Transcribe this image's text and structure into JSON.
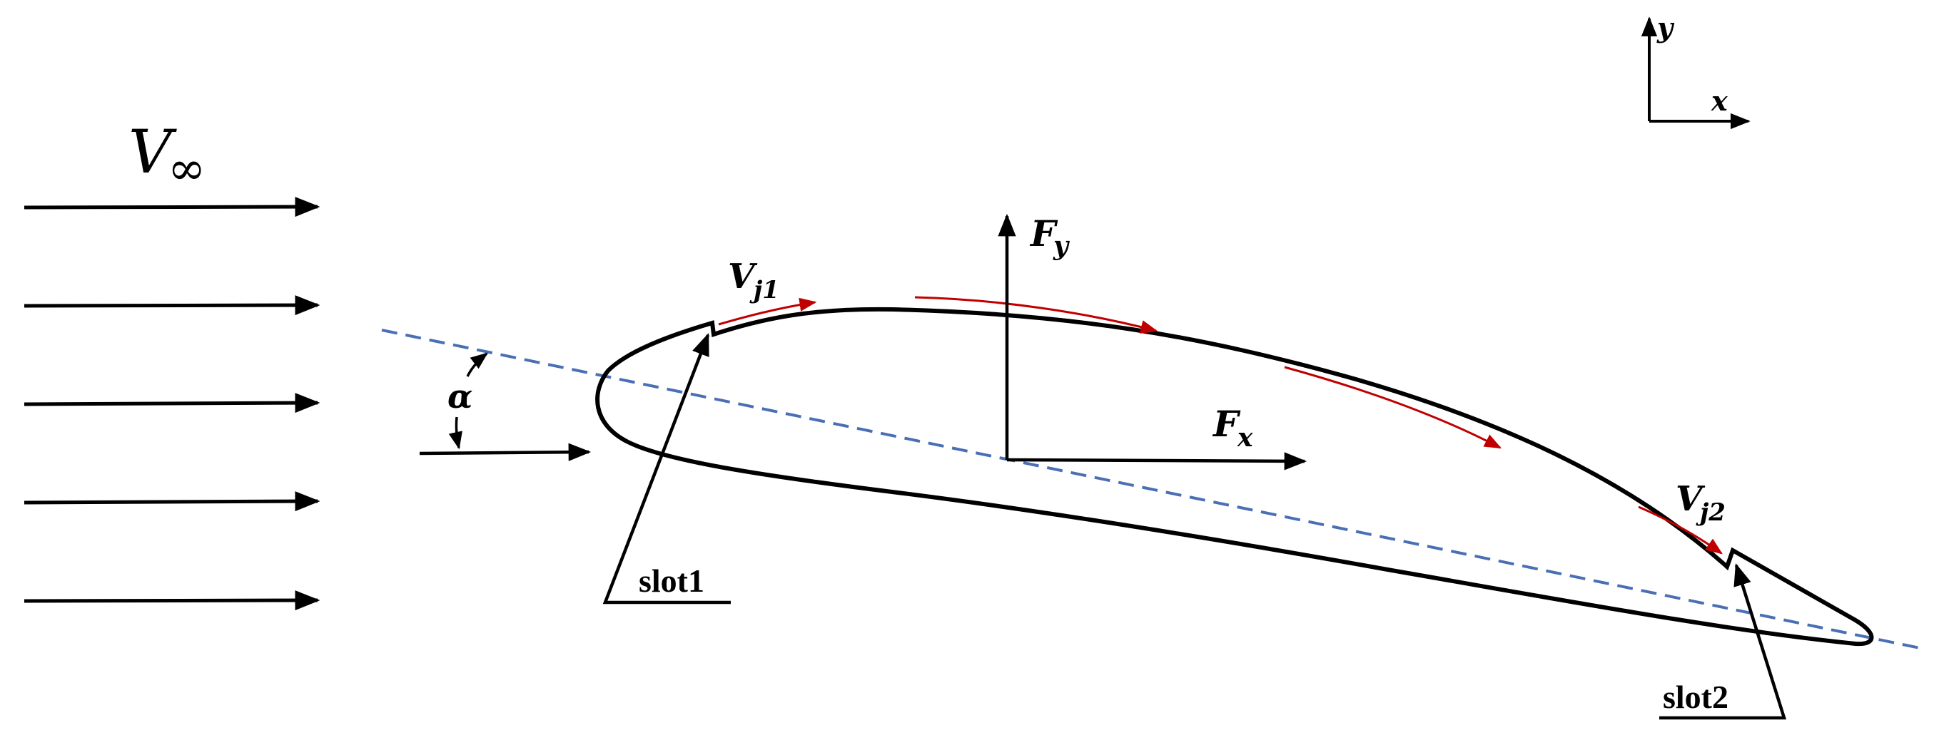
{
  "labels": {
    "freestream": "V",
    "freestream_sub": "∞",
    "angle": "α",
    "force_y": "F",
    "force_y_sub": "y",
    "force_x": "F",
    "force_x_sub": "x",
    "jet1": "V",
    "jet1_sub": "j1",
    "jet2": "V",
    "jet2_sub": "j2",
    "slot1": "slot1",
    "slot2": "slot2",
    "axis_x": "x",
    "axis_y": "y"
  },
  "colors": {
    "outline": "#000000",
    "jet_flow": "#c00000",
    "chord_line": "#4a6fb5"
  }
}
